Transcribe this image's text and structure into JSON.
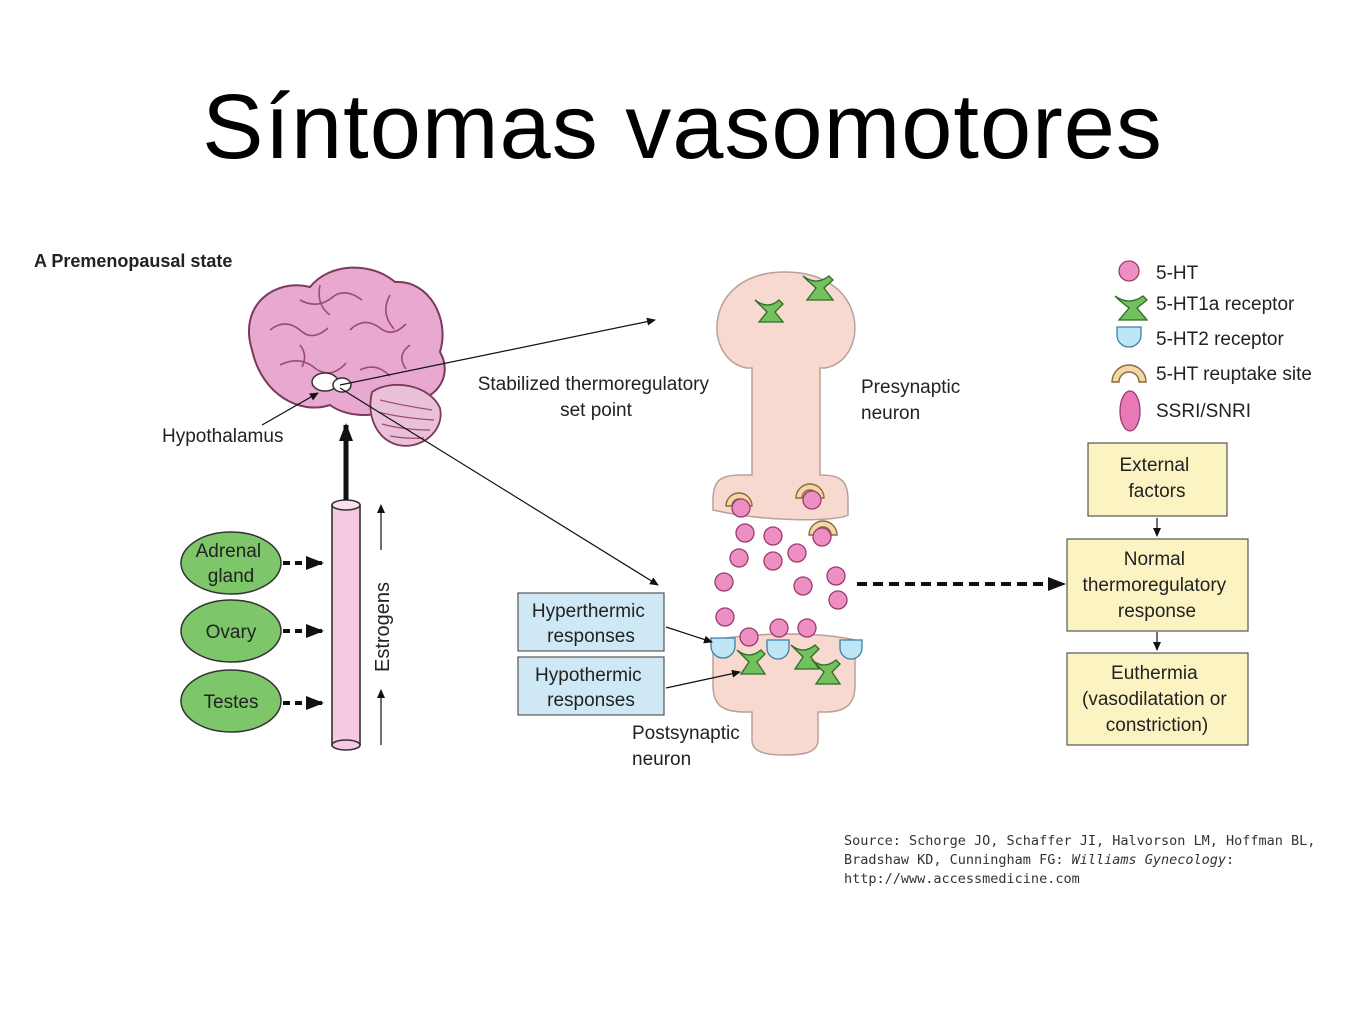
{
  "title": "Síntomas vasomotores",
  "section_label": "A Premenopausal state",
  "labels": {
    "hypothalamus": "Hypothalamus",
    "set_point": [
      "Stabilized thermoregulatory",
      "set point"
    ],
    "presynaptic": [
      "Presynaptic",
      "neuron"
    ],
    "postsynaptic": [
      "Postsynaptic",
      "neuron"
    ],
    "estrogens": "Estrogens"
  },
  "glands": {
    "adrenal": [
      "Adrenal",
      "gland"
    ],
    "ovary": "Ovary",
    "testes": "Testes"
  },
  "responses": {
    "hyperthermic": [
      "Hyperthermic",
      "responses"
    ],
    "hypothermic": [
      "Hypothermic",
      "responses"
    ]
  },
  "legend": {
    "ht": "5-HT",
    "ht1a": "5-HT1a receptor",
    "ht2": "5-HT2 receptor",
    "reuptake": "5-HT reuptake site",
    "ssri": "SSRI/SNRI"
  },
  "flow": {
    "external": [
      "External",
      "factors"
    ],
    "normal": [
      "Normal",
      "thermoregulatory",
      "response"
    ],
    "euthermia": [
      "Euthermia",
      "(vasodilatation or",
      "constriction)"
    ]
  },
  "source": {
    "line1": "Source: Schorge JO, Schaffer JI, Halvorson LM, Hoffman BL,",
    "line2_prefix": "Bradshaw KD, Cunningham FG: ",
    "line2_italic": "Williams Gynecology",
    "line2_suffix": ":",
    "line3": "http://www.accessmedicine.com"
  },
  "colors": {
    "brain": "#e9a8cf",
    "neuron": "#f7d9cf",
    "gland": "#7ec66a",
    "response_box": "#cfe8f5",
    "flow_box": "#fbf4c2",
    "ht_dot": "#ee8fc4",
    "receptor_1a": "#72c15d",
    "receptor_2": "#bfe6f5",
    "reuptake": "#f5d6a8",
    "ssri": "#e879b8",
    "estrogen_tube": "#f7c8e1"
  }
}
